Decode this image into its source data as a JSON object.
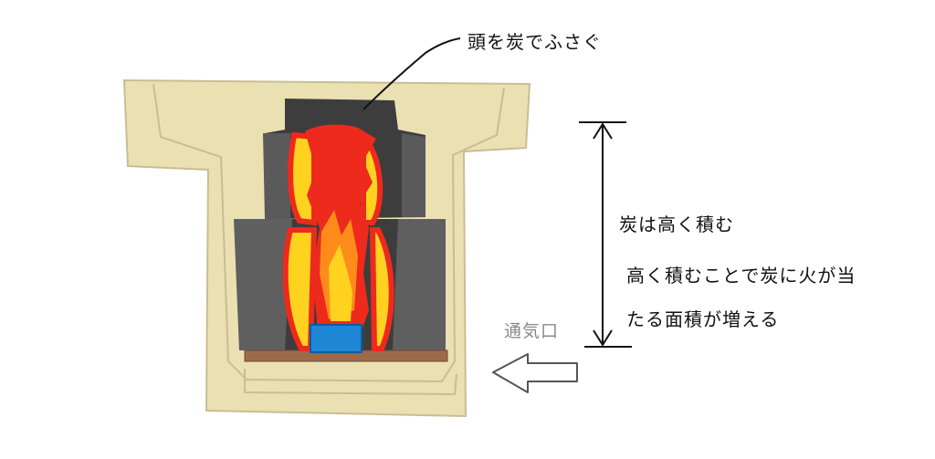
{
  "labels": {
    "cover_head": "頭を炭でふさぐ",
    "stack_high": "炭は高く積む",
    "explanation_line1": "高く積むことで炭に火が当",
    "explanation_line2": "たる面積が増える",
    "vent": "通気口"
  },
  "colors": {
    "clay": "#eae0b2",
    "clay_outline": "#c9bd94",
    "charcoal_dark": "#3d3d3d",
    "charcoal_light": "#5f5f5f",
    "grate": "#9c6a4a",
    "flame_red": "#ee2a1c",
    "flame_orange": "#ff8c1a",
    "flame_yellow": "#ffd21f",
    "fuel_blue": "#1e88d6"
  },
  "icons": {
    "vent_arrow": "arrow-left-outline-icon",
    "height_marker": "double-arrow-vertical-icon"
  }
}
